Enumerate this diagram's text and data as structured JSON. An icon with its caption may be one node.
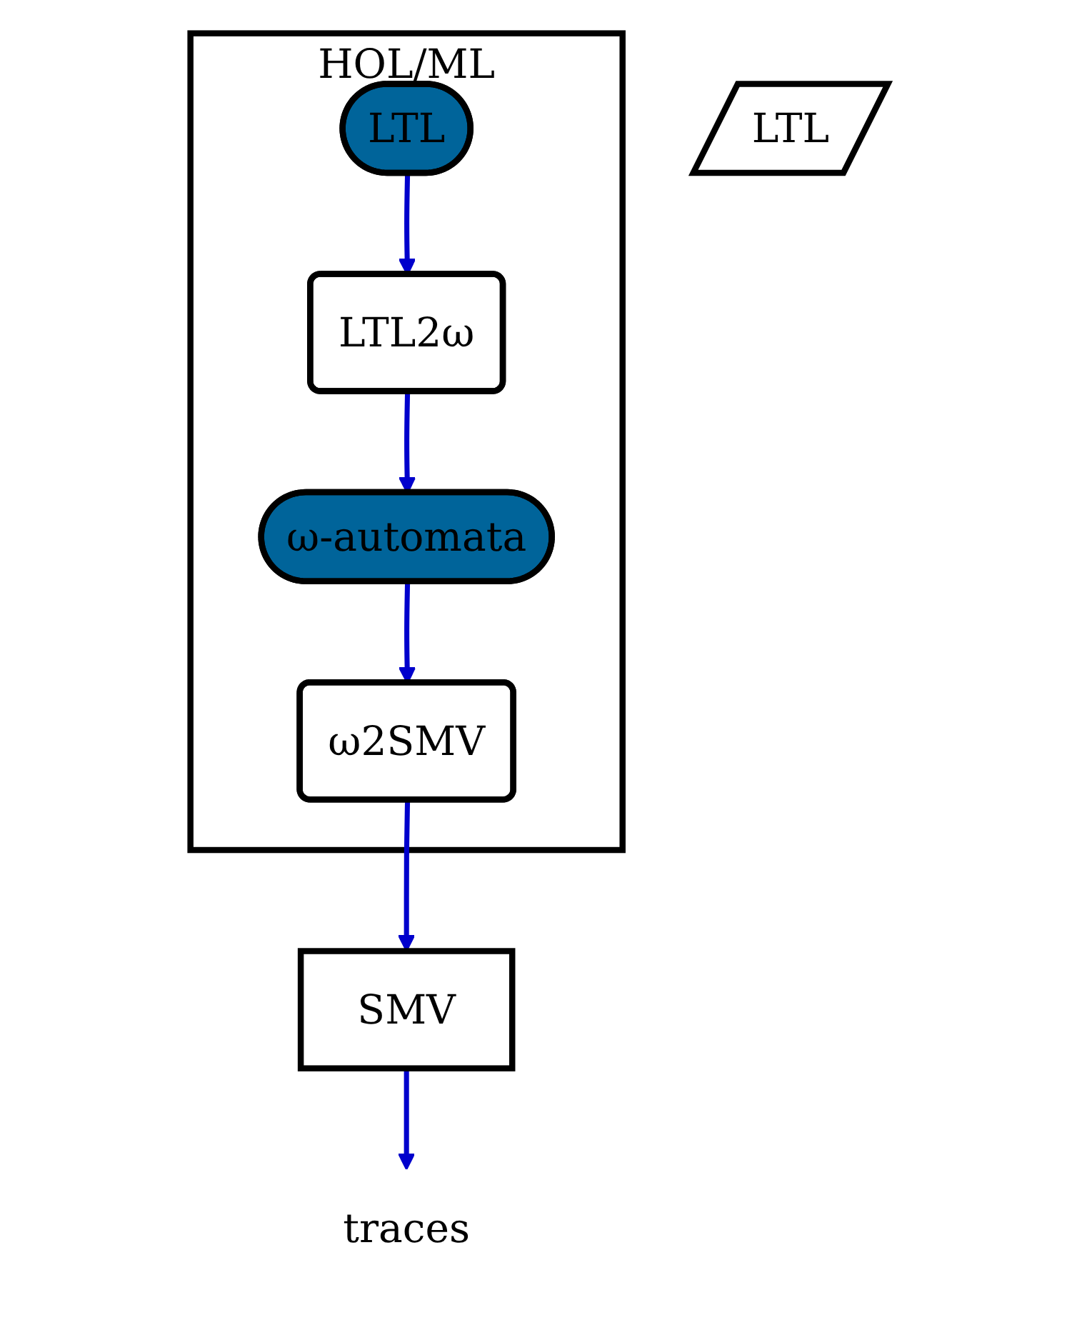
{
  "diagram": {
    "nodes": [
      {
        "text": [
          "HOL/ML"
        ]
      },
      {
        "text": [
          "LTL"
        ]
      },
      {
        "text": [
          "LTL"
        ],
        "in": 0
      },
      {
        "text": [
          "LTL2ω"
        ],
        "in": 0
      },
      {
        "text": [
          "ω-automata"
        ],
        "in": 0
      },
      {
        "text": [
          "ω2SMV"
        ],
        "in": 0
      },
      {
        "text": [
          "SMV"
        ]
      },
      {
        "text": [
          "traces"
        ]
      }
    ],
    "edges": [
      {
        "from": 2,
        "to": 3,
        "arrow": "to"
      },
      {
        "from": 3,
        "to": 4,
        "arrow": "to"
      },
      {
        "from": 4,
        "to": 5,
        "arrow": "to"
      },
      {
        "from": 5,
        "to": 6,
        "arrow": "to"
      },
      {
        "from": 6,
        "to": 7,
        "arrow": "to"
      }
    ]
  }
}
